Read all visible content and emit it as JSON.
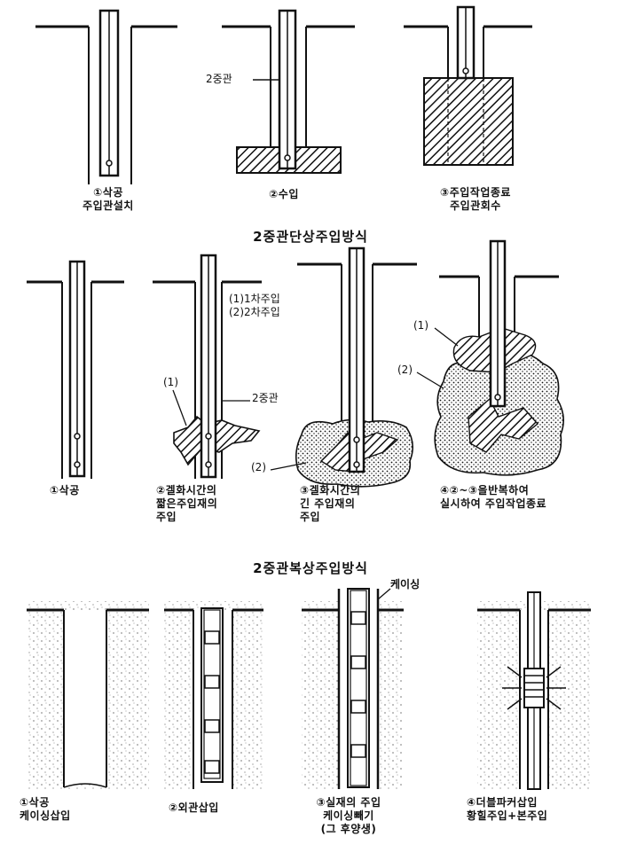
{
  "sections": [
    {
      "title": "2중관단상주입방식",
      "steps": [
        "①삭공\n주입관설치",
        "②수입",
        "③주입작업종료\n주입관회수"
      ],
      "annotations": [
        "2중관"
      ]
    },
    {
      "title": "2중관복상주입방식",
      "steps": [
        "①삭공",
        "②겔화시간의\n짧은주입재의\n주입",
        "③겔화시간의\n긴 주입재의\n주입",
        "④②~③을반복하여\n실시하여 주입작업종료"
      ],
      "annotations": [
        "(1)1차주입\n(2)2차주입",
        "(1)",
        "2중관",
        "(2)",
        "(1)",
        "(2)"
      ]
    },
    {
      "title": "",
      "steps": [
        "①삭공\n케이싱삽입",
        "②외관삽입",
        "③실재의 주입\n케이싱빼기\n(그 후양생)",
        "④더블파커삽입\n황힐주입+본주입"
      ],
      "annotations": [
        "케이싱"
      ]
    }
  ],
  "colors": {
    "ink": "#111111",
    "paper": "#ffffff"
  }
}
